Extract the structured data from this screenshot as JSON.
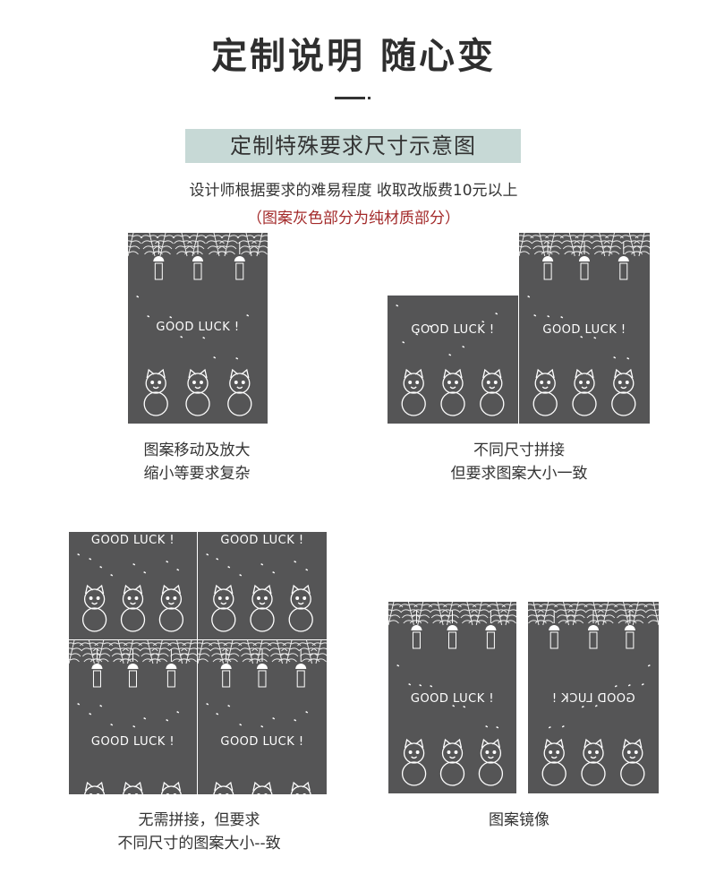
{
  "header": {
    "title": "定制说明  随心变",
    "subtitle": "定制特殊要求尺寸示意图",
    "description": "设计师根据要求的难易程度 收取改版费10元以上",
    "note": "（图案灰色部分为纯材质部分）"
  },
  "motif_text": "GOOD LUCK !",
  "motif_text_mirrored": "GOOD LUCK !",
  "captions": {
    "move_scale_line1": "图案移动及放大",
    "move_scale_line2": "缩小等要求复杂",
    "diff_size_line1": "不同尺寸拼接",
    "diff_size_line2": "但要求图案大小一致",
    "no_splice_line1": "无需拼接，但要求",
    "no_splice_line2": "不同尺寸的图案大小--致",
    "mirror": "图案镜像"
  },
  "colors": {
    "panel": "#555556",
    "subtitle_bg": "#c7d9d6",
    "note": "#a32a2a"
  }
}
